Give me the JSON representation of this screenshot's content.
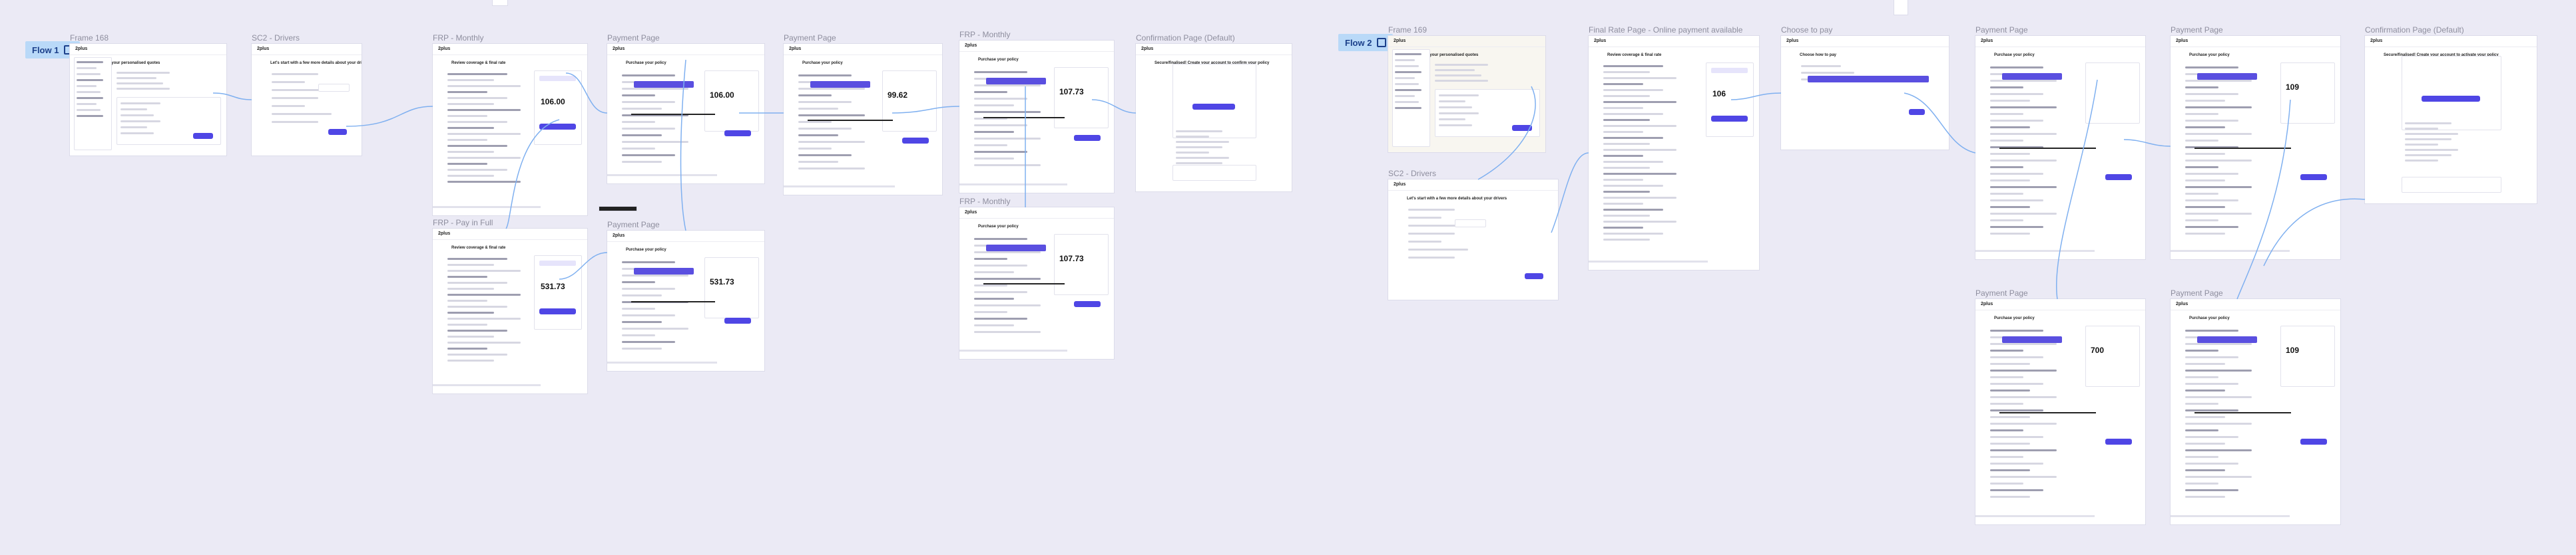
{
  "flows": [
    {
      "label": "Flow 1",
      "icon": "frame-icon"
    },
    {
      "label": "Flow 2",
      "icon": "frame-icon"
    }
  ],
  "frames": [
    {
      "title": "Frame 168",
      "logo": "2plus",
      "heading": "Hi, here are your personalised quotes",
      "price": ""
    },
    {
      "title": "SC2 - Drivers",
      "logo": "2plus",
      "heading": "Let's start with a few more details about your drivers",
      "price": ""
    },
    {
      "title": "FRP - Monthly",
      "logo": "2plus",
      "heading": "Review coverage & final rate",
      "price": "106.00"
    },
    {
      "title": "Payment Page",
      "logo": "2plus",
      "heading": "Purchase your policy",
      "price": "106.00"
    },
    {
      "title": "Payment Page",
      "logo": "2plus",
      "heading": "Purchase your policy",
      "price": "99.62"
    },
    {
      "title": "FRP - Monthly",
      "logo": "2plus",
      "heading": "Purchase your policy",
      "price": "107.73"
    },
    {
      "title": "Confirmation Page (Default)",
      "logo": "2plus",
      "heading": "Secure/finalised! Create your account to confirm your policy",
      "price": ""
    },
    {
      "title": "FRP - Pay in Full",
      "logo": "2plus",
      "heading": "Review coverage & final rate",
      "price": "531.73"
    },
    {
      "title": "Payment Page",
      "logo": "2plus",
      "heading": "Purchase your policy",
      "price": "531.73"
    },
    {
      "title": "FRP - Monthly",
      "logo": "2plus",
      "heading": "Purchase your policy",
      "price": "107.73"
    },
    {
      "title": "Frame 169",
      "logo": "2plus",
      "heading": "Hi, here are your personalised quotes",
      "price": ""
    },
    {
      "title": "SC2 - Drivers",
      "logo": "2plus",
      "heading": "Let's start with a few more details about your drivers",
      "price": ""
    },
    {
      "title": "Final Rate Page - Online payment available",
      "logo": "2plus",
      "heading": "Review coverage & final rate",
      "price": "106"
    },
    {
      "title": "Choose to pay",
      "logo": "2plus",
      "heading": "Choose how to pay",
      "price": ""
    },
    {
      "title": "Payment Page",
      "logo": "2plus",
      "heading": "Purchase your policy",
      "price": ""
    },
    {
      "title": "Payment Page",
      "logo": "2plus",
      "heading": "Purchase your policy",
      "price": "109"
    },
    {
      "title": "Confirmation Page (Default)",
      "logo": "2plus",
      "heading": "Secure/finalised! Create your account to activate your policy",
      "price": ""
    },
    {
      "title": "Payment Page",
      "logo": "2plus",
      "heading": "Purchase your policy",
      "price": "700"
    },
    {
      "title": "Payment Page",
      "logo": "2plus",
      "heading": "Purchase your policy",
      "price": "109"
    }
  ],
  "colors": {
    "canvas": "#ebeaf5",
    "accent": "#4f46e5",
    "flow_chip": "#b9d9f8",
    "connector": "#7fb0f0"
  }
}
